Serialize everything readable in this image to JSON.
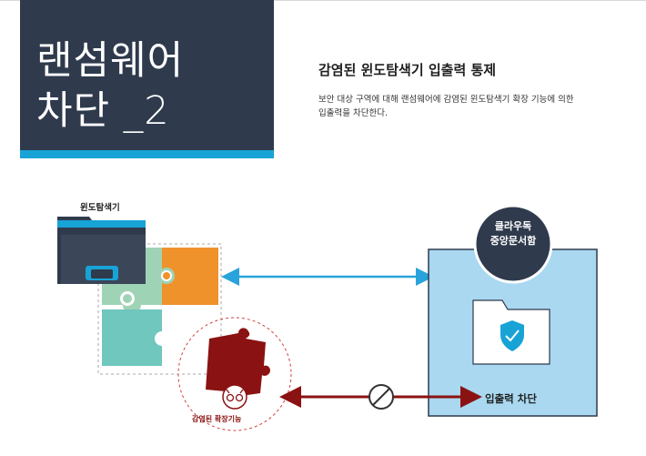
{
  "header": {
    "title_line1": "랜섬웨어",
    "title_line2": "차단 _2"
  },
  "section": {
    "title": "감염된 윈도탐색기 입출력 통제",
    "desc_line1": "보안 대상 구역에 대해 랜섬웨어에 감염된 윈도탐색기 확장 기능에 의한",
    "desc_line2": "입출력을 차단한다."
  },
  "diagram": {
    "explorer_label": "윈도탐색기",
    "cloud_label_line1": "클라우독",
    "cloud_label_line2": "중앙문서함",
    "infected_label": "감염된 확장기능",
    "block_label": "입출력 차단"
  },
  "colors": {
    "hero_bg": "#2f3a4d",
    "hero_bar": "#18a3d6",
    "puzzle_orange": "#f0922c",
    "puzzle_green": "#9fd3b6",
    "puzzle_teal": "#6fc7be",
    "infected_red": "#8b1212",
    "cloud_box": "#a9d8f0",
    "arrow_blue": "#29a3dc"
  }
}
